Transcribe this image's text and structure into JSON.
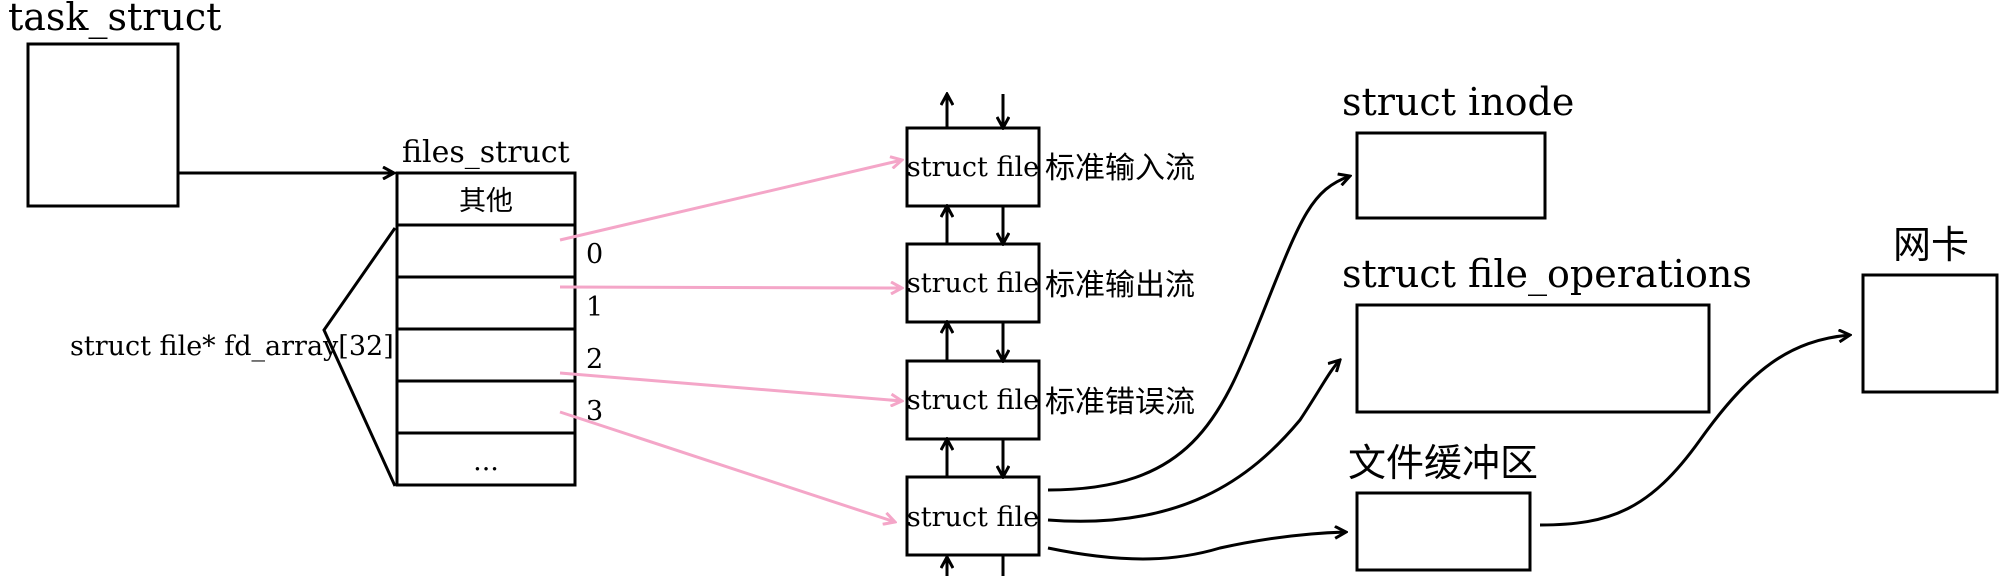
{
  "task": {
    "title": "task_struct"
  },
  "files": {
    "title": "files_struct",
    "cells": [
      "其他",
      "",
      "",
      "",
      "",
      "..."
    ],
    "indices": [
      "0",
      "1",
      "2",
      "3"
    ],
    "fd_array_label": "struct file* fd_array[32]"
  },
  "file_nodes": [
    {
      "label": "struct file",
      "stream": "标准输入流"
    },
    {
      "label": "struct file",
      "stream": "标准输出流"
    },
    {
      "label": "struct file",
      "stream": "标准错误流"
    },
    {
      "label": "struct file",
      "stream": ""
    }
  ],
  "inode": {
    "title": "struct inode"
  },
  "fops": {
    "title": "struct file_operations"
  },
  "buffer": {
    "title": "文件缓冲区"
  },
  "nic": {
    "title": "网卡"
  },
  "colors": {
    "pointer_arrow": "#f4a6c8",
    "line": "#000000"
  }
}
